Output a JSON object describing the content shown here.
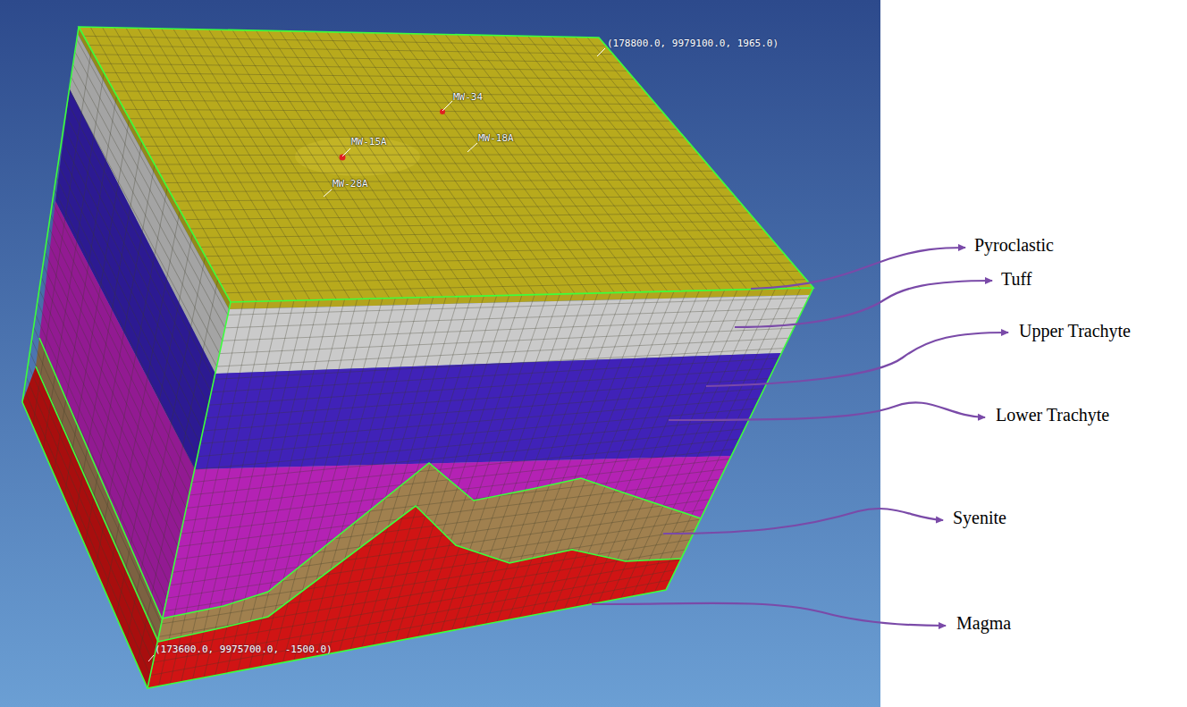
{
  "diagram": {
    "labels": [
      "(178800.0, 9979100.0, 1965.0)",
      "MW-34",
      "MW-15A",
      "MW-18A",
      "MW-28A",
      "(173600.0, 9975700.0, -1500.0)",
      "Pyroclastic",
      "Tuff",
      "Upper Trachyte",
      "Lower Trachyte",
      "Syenite",
      "Magma"
    ]
  }
}
